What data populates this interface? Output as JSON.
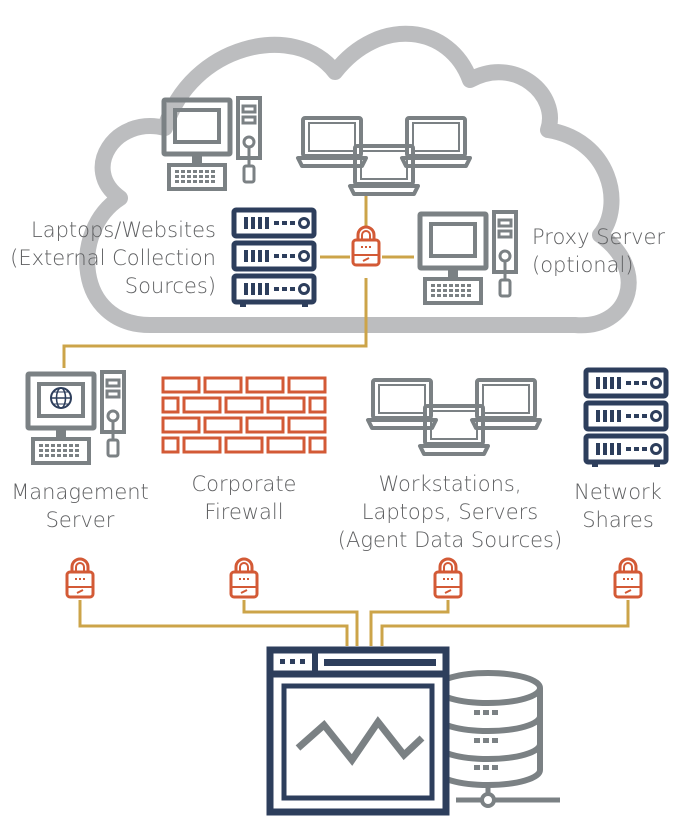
{
  "colors": {
    "cloud": "#bcbdbf",
    "device_gray": "#7b8184",
    "device_navy": "#2d3e5c",
    "connector": "#cca449",
    "lock": "#d35a36",
    "firewall": "#d35a36",
    "text": "#5f6062"
  },
  "icons": {
    "cloud": "cloud-icon",
    "desktop": "desktop-computer-icon",
    "laptop": "laptop-icon",
    "server_rack": "server-rack-icon",
    "lock": "padlock-icon",
    "firewall": "brick-wall-icon",
    "database": "database-icon",
    "dashboard": "monitoring-dashboard-icon"
  },
  "labels": {
    "external": [
      "Laptops/Websites",
      "(External Collection",
      "Sources)"
    ],
    "proxy": [
      "Proxy Server",
      "(optional)"
    ],
    "management": [
      "Management",
      "Server"
    ],
    "firewall": [
      "Corporate",
      "Firewall"
    ],
    "workstations": [
      "Workstations,",
      "Laptops, Servers",
      "(Agent Data Sources)"
    ],
    "shares": [
      "Network",
      "Shares"
    ]
  }
}
